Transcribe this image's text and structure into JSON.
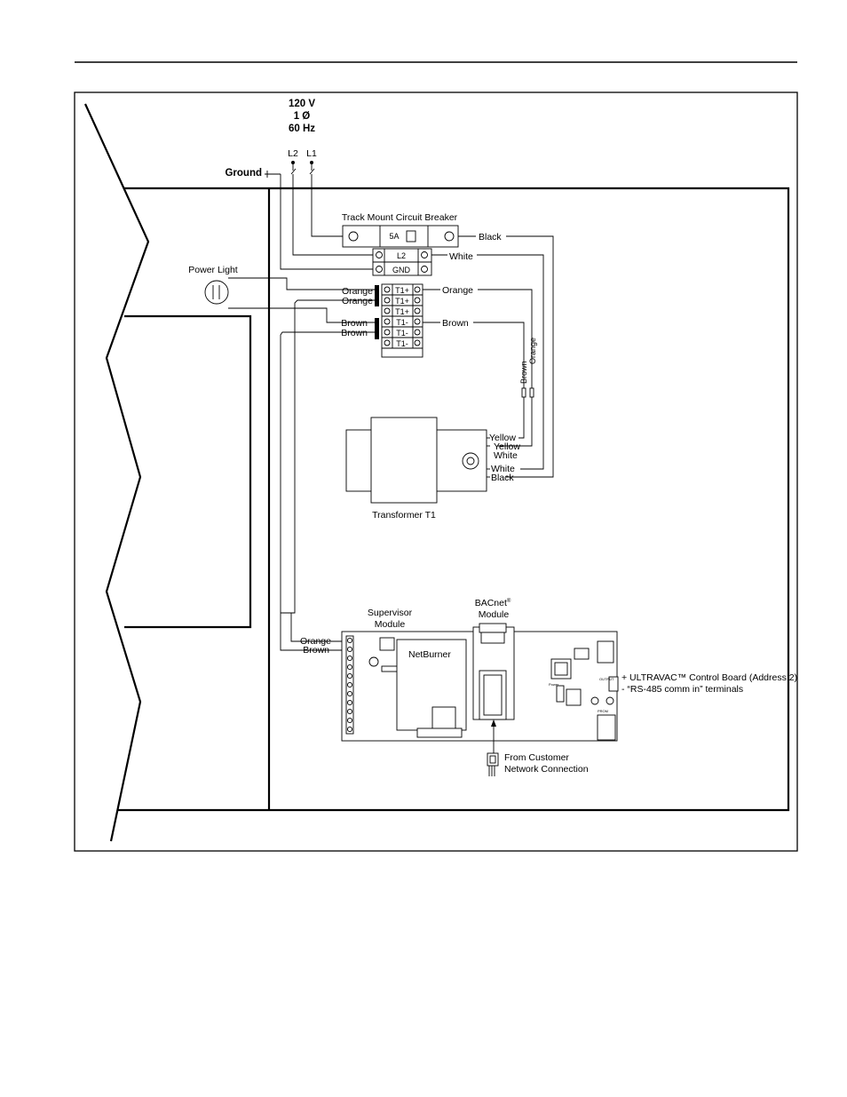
{
  "supply": {
    "voltage": "120 V",
    "phase": "1 Ø",
    "frequency": "60 Hz",
    "l2": "L2",
    "l1": "L1",
    "ground": "Ground"
  },
  "breaker": {
    "title": "Track Mount Circuit Breaker",
    "rating": "5A"
  },
  "terminal_block": {
    "l2": "L2",
    "gnd": "GND",
    "t1p": "T1+",
    "t1m": "T1-"
  },
  "power_light": "Power Light",
  "wires": {
    "black": "Black",
    "white": "White",
    "orange": "Orange",
    "brown": "Brown",
    "yellow": "Yellow"
  },
  "transformer": {
    "label": "Transformer T1"
  },
  "supervisor": {
    "line1": "Supervisor",
    "line2": "Module",
    "netburner": "NetBurner"
  },
  "bacnet": {
    "line1": "BACnet",
    "reg": "®",
    "line2": "Module"
  },
  "network": {
    "line1": "From Customer",
    "line2": "Network Connection"
  },
  "output": {
    "line1": "+ ULTRAVAC™ Control Board (Address 2)",
    "line2": "- “RS-485 comm in” terminals"
  }
}
